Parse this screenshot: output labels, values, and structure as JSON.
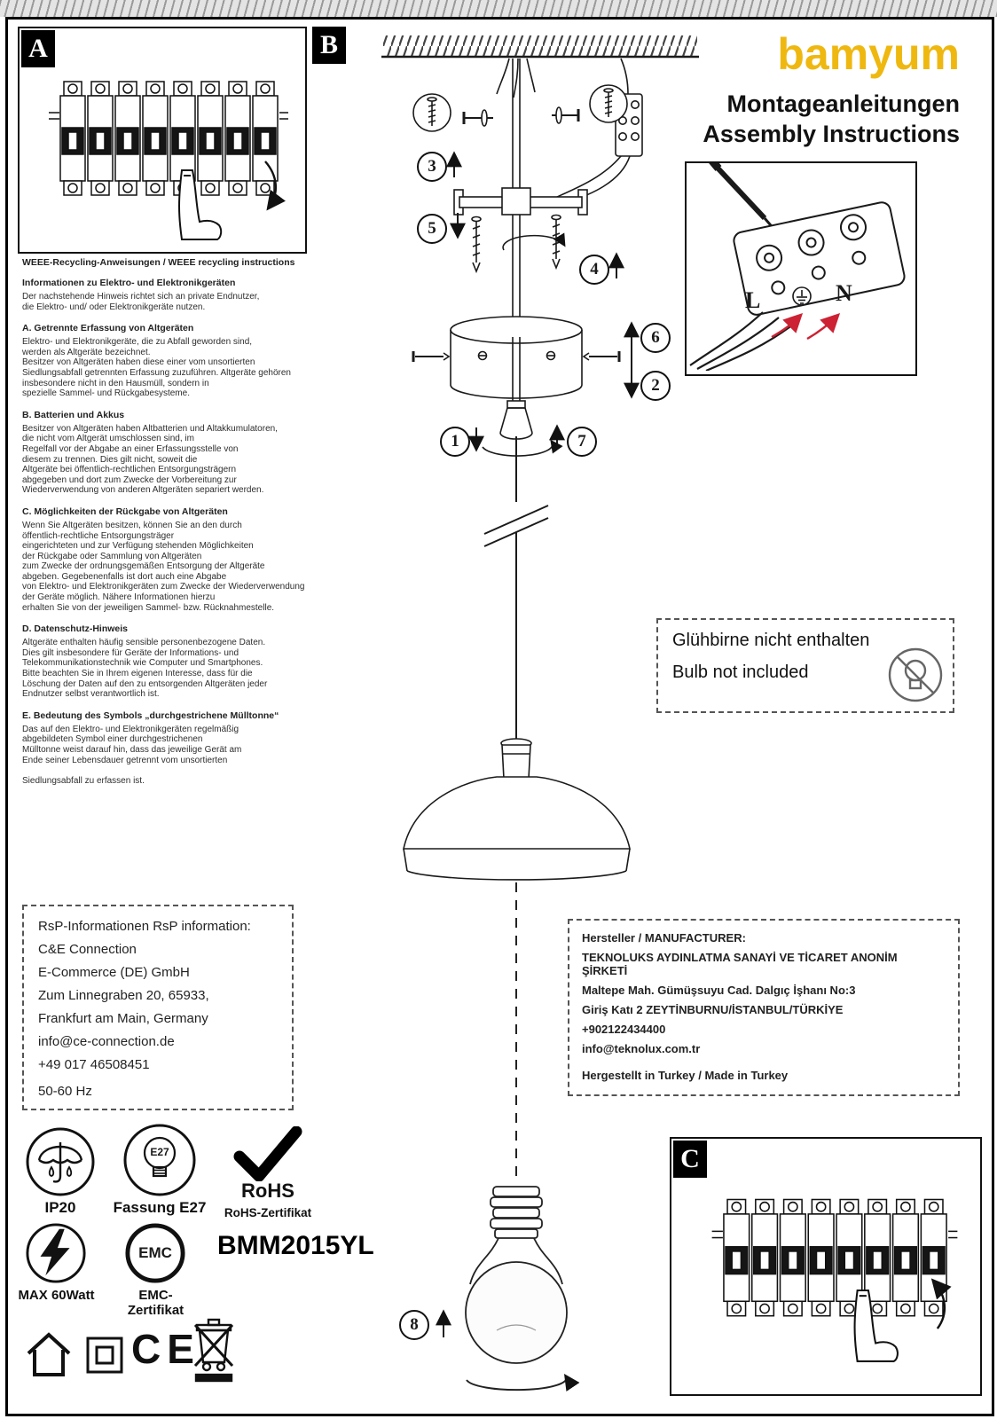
{
  "header": {
    "brand": "bamyum",
    "subtitle_de": "Montageanleitungen",
    "subtitle_en": "Assembly Instructions",
    "brand_color": "#efb810"
  },
  "labels": {
    "box_a": "A",
    "box_b": "B",
    "box_c": "C"
  },
  "steps": [
    "1",
    "2",
    "3",
    "4",
    "5",
    "6",
    "7",
    "8"
  ],
  "wiring": {
    "line": "L",
    "neutral": "N"
  },
  "bulb_note": {
    "de": "Glühbirne nicht enthalten",
    "en": "Bulb not included"
  },
  "weee": {
    "title": "WEEE-Recycling-Anweisungen / WEEE recycling instructions",
    "sections": [
      {
        "heading": "Informationen zu Elektro- und Elektronikgeräten",
        "body": "Der nachstehende Hinweis richtet sich an private Endnutzer,\n die Elektro- und/ oder Elektronikgeräte nutzen."
      },
      {
        "heading": "A. Getrennte Erfassung von Altgeräten",
        "body": "Elektro- und Elektronikgeräte, die zu Abfall geworden sind,\nwerden als Altgeräte bezeichnet.\nBesitzer von Altgeräten haben diese einer vom unsortierten\nSiedlungsabfall getrennten Erfassung zuzuführen. Altgeräte gehören\ninsbesondere nicht in den Hausmüll, sondern in\nspezielle Sammel- und Rückgabesysteme."
      },
      {
        "heading": "B. Batterien und Akkus",
        "body": "Besitzer von Altgeräten haben Altbatterien und Altakkumulatoren,\n die nicht vom Altgerät umschlossen sind, im\nRegelfall vor der Abgabe an einer Erfassungsstelle von\ndiesem zu trennen. Dies gilt nicht, soweit die\nAltgeräte bei öffentlich-rechtlichen Entsorgungsträgern\nabgegeben und dort zum Zwecke der Vorbereitung zur\nWiederverwendung von anderen Altgeräten separiert werden."
      },
      {
        "heading": "C. Möglichkeiten der Rückgabe von Altgeräten",
        "body": "Wenn Sie Altgeräten besitzen, können Sie an den durch\nöffentlich-rechtliche Entsorgungsträger\neingerichteten und zur Verfügung stehenden Möglichkeiten\nder Rückgabe oder Sammlung von Altgeräten\n zum Zwecke der ordnungsgemäßen Entsorgung der Altgeräte\nabgeben. Gegebenenfalls ist dort auch eine Abgabe\n von Elektro- und Elektronikgeräten zum Zwecke der Wiederverwendung\nder Geräte möglich. Nähere Informationen hierzu\nerhalten Sie von der jeweiligen Sammel- bzw. Rücknahmestelle."
      },
      {
        "heading": "D. Datenschutz-Hinweis",
        "body": "Altgeräte enthalten häufig sensible personenbezogene Daten.\nDies gilt insbesondere für Geräte der Informations- und\nTelekommunikationstechnik wie Computer und Smartphones.\n Bitte beachten Sie in Ihrem eigenen Interesse, dass für die\nLöschung der Daten auf den zu entsorgenden Altgeräten jeder\nEndnutzer selbst verantwortlich ist."
      },
      {
        "heading": "E. Bedeutung des Symbols „durchgestrichene Mülltonne“",
        "body": "Das auf den Elektro- und Elektronikgeräten regelmäßig\n abgebildeten Symbol einer durchgestrichenen\nMülltonne weist darauf hin, dass das jeweilige Gerät am\nEnde seiner Lebensdauer getrennt vom unsortierten"
      }
    ],
    "footer": "Siedlungsabfall zu erfassen ist."
  },
  "rsp": {
    "lines": [
      "RsP-Informationen RsP information:",
      "C&E Connection",
      "E-Commerce (DE) GmbH",
      "Zum Linnegraben 20, 65933,",
      "Frankfurt am Main, Germany",
      "info@ce-connection.de",
      "+49 017 46508451",
      "50-60 Hz"
    ]
  },
  "manufacturer": {
    "lines": [
      "Hersteller / MANUFACTURER:",
      "TEKNOLUKS AYDINLATMA SANAYİ VE TİCARET ANONİM ŞİRKETİ",
      "Maltepe Mah. Gümüşsuyu Cad. Dalgıç İşhanı No:3",
      "Giriş Katı 2 ZEYTİNBURNU/İSTANBUL/TÜRKİYE",
      "+902122434400",
      "info@teknolux.com.tr",
      "Hergestellt in Turkey / Made in Turkey"
    ]
  },
  "certs": {
    "ip": "IP20",
    "socket_label": "Fassung E27",
    "socket_inner": "E27",
    "rohs": "RoHS",
    "rohs_cert": "RoHS-Zertifikat",
    "max_watt": "MAX 60Watt",
    "emc": "EMC",
    "emc_cert": "EMC-Zertifikat",
    "ce": "CE"
  },
  "model": "BMM2015YL"
}
